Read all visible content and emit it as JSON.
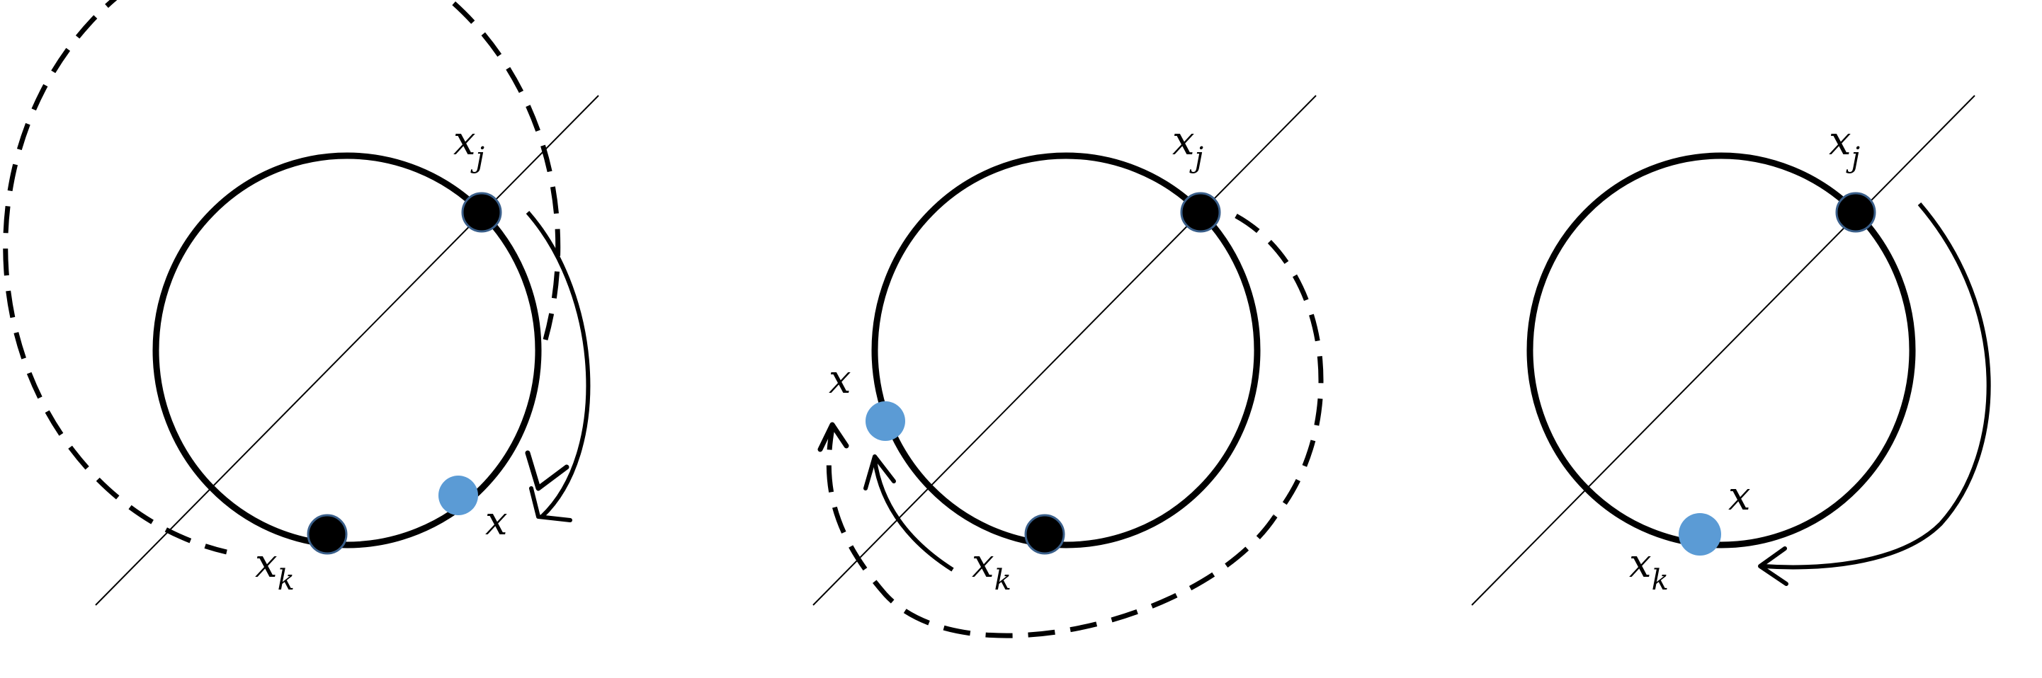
{
  "panels": [
    {
      "id": "left",
      "labels": {
        "xj": {
          "main": "x",
          "sub": "j"
        },
        "xk": {
          "main": "x",
          "sub": "k"
        },
        "x": "x"
      }
    },
    {
      "id": "middle",
      "labels": {
        "xj": {
          "main": "x",
          "sub": "j"
        },
        "xk": {
          "main": "x",
          "sub": "k"
        },
        "x": "x"
      }
    },
    {
      "id": "right",
      "labels": {
        "xj": {
          "main": "x",
          "sub": "j"
        },
        "xk": {
          "main": "x",
          "sub": "k"
        },
        "x": "x"
      }
    }
  ],
  "colors": {
    "stroke": "#000000",
    "black_point": "#000000",
    "black_point_outline": "#3a5f8a",
    "blue_point": "#5b9bd5",
    "background": "#ffffff"
  }
}
